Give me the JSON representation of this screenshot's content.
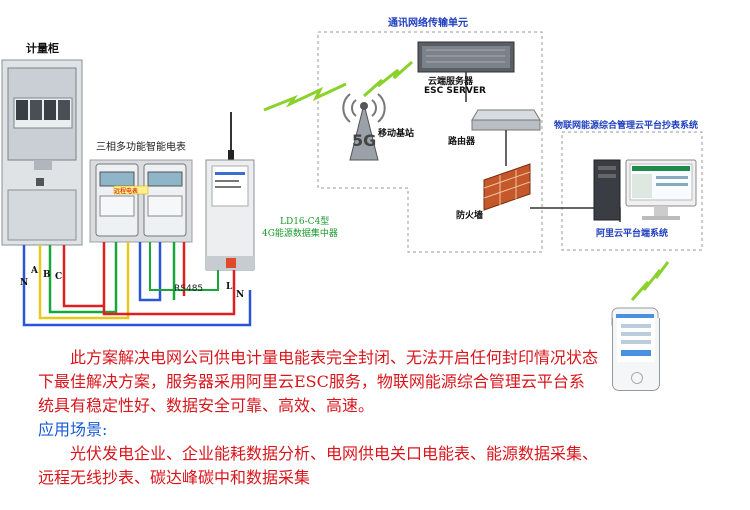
{
  "labels": {
    "cabinet": "计量柜",
    "meter": "三相多功能智能电表",
    "meter_tag": "远程电表",
    "collector_line1": "LD16-C4型",
    "collector_line2": "4G能源数据集中器",
    "rs485": "RS485",
    "phase_n_left": "N",
    "phase_a": "A",
    "phase_b": "B",
    "phase_c": "C",
    "term_l": "L",
    "term_n": "N",
    "network_title": "通讯网络传输单元",
    "server_line1": "云端服务器",
    "server_line2": "ESC SERVER",
    "base_station": "移动基站",
    "router": "路由器",
    "firewall": "防火墙",
    "platform_title": "物联网能源综合管理云平台抄表系统",
    "platform_client": "阿里云平台端系统",
    "tower_5g": "5G"
  },
  "text": {
    "paragraph": "此方案解决电网公司供电计量电能表完全封闭、无法开启任何封印情况状态下最佳解决方案，服务器采用阿里云ESC服务，物联网能源综合管理云平台系统具有稳定性好、数据安全可靠、高效、高速。",
    "scenario_title": "应用场景:",
    "scenario_text": "光伏发电企业、企业能耗数据分析、电网供电关口电能表、能源数据采集、远程无线抄表、碳达峰碳中和数据采集"
  },
  "colors": {
    "wire_red": "#e02020",
    "wire_green": "#18a83a",
    "wire_blue": "#2a55d8",
    "wire_yellow": "#e8c81a",
    "title_blue": "#1f3fbf",
    "body_red": "#d8161c",
    "signal_green": "#8ad22a"
  }
}
